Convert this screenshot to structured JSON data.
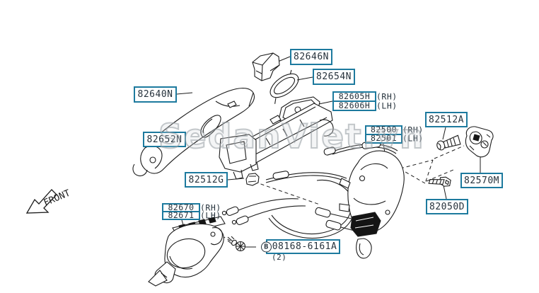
{
  "watermark": "SedanViet.vn",
  "front_arrow": {
    "label": "FRONT"
  },
  "labels": {
    "p82646n": "82646N",
    "p82654n": "82654N",
    "p82640n": "82640N",
    "p82605h": "82605H",
    "p82605h_side": "(RH)",
    "p82606h": "82606H",
    "p82606h_side": "(LH)",
    "p82652n": "82652N",
    "p82512g": "82512G",
    "p82500": "82500",
    "p82500_side": "(RH)",
    "p82501": "82501",
    "p82501_side": "(LH)",
    "p82512a": "82512A",
    "p82570m": "82570M",
    "p82050d": "82050D",
    "p82670": "82670",
    "p82670_side": "(RH)",
    "p82671": "82671",
    "p82671_side": "(LH)",
    "p08168": "08168-6161A",
    "p08168_prefix": "B",
    "p08168_qty": "(2)"
  },
  "colors": {
    "label_border": "#1d7a9e",
    "label_text": "#26323c",
    "line_art": "#1c1c1c",
    "watermark_gray": "#a8adb2",
    "background": "#ffffff"
  }
}
